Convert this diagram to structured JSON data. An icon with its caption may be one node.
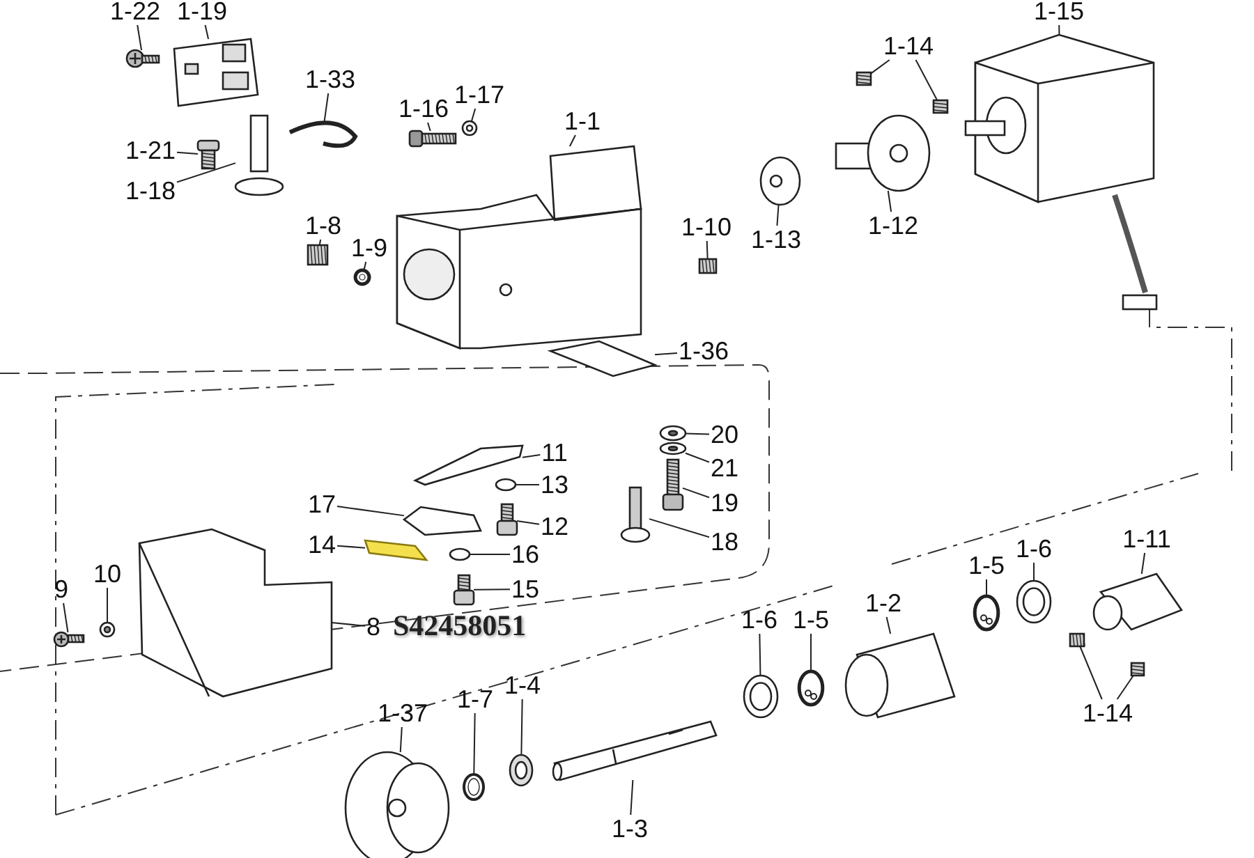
{
  "diagram": {
    "nodes": [
      {
        "text": [
          "1-22"
        ]
      },
      {
        "text": [
          "1-19"
        ]
      },
      {
        "text": [
          "1-15"
        ]
      },
      {
        "text": [
          "1-33"
        ]
      },
      {
        "text": [
          "1-16"
        ]
      },
      {
        "text": [
          "1-17"
        ]
      },
      {
        "text": [
          "1-1"
        ]
      },
      {
        "text": [
          "1-21"
        ]
      },
      {
        "text": [
          "1-18"
        ]
      },
      {
        "text": [
          "1-14"
        ]
      },
      {
        "text": [
          "1-13"
        ]
      },
      {
        "text": [
          "1-12"
        ]
      },
      {
        "text": [
          "1-8"
        ]
      },
      {
        "text": [
          "1-9"
        ]
      },
      {
        "text": [
          "1-10"
        ]
      },
      {
        "text": [
          "1-36"
        ]
      },
      {
        "text": [
          "11"
        ]
      },
      {
        "text": [
          "13"
        ]
      },
      {
        "text": [
          "12"
        ]
      },
      {
        "text": [
          "16"
        ]
      },
      {
        "text": [
          "15"
        ]
      },
      {
        "text": [
          "17"
        ]
      },
      {
        "text": [
          "14"
        ]
      },
      {
        "text": [
          "10"
        ]
      },
      {
        "text": [
          "9"
        ]
      },
      {
        "text": [
          "8"
        ]
      },
      {
        "text": [
          "20"
        ]
      },
      {
        "text": [
          "21"
        ]
      },
      {
        "text": [
          "19"
        ]
      },
      {
        "text": [
          "18"
        ]
      },
      {
        "text": [
          "1-6"
        ]
      },
      {
        "text": [
          "1-5"
        ]
      },
      {
        "text": [
          "1-2"
        ]
      },
      {
        "text": [
          "1-5"
        ]
      },
      {
        "text": [
          "1-6"
        ]
      },
      {
        "text": [
          "1-11"
        ]
      },
      {
        "text": [
          "1-14"
        ]
      },
      {
        "text": [
          "1-37"
        ]
      },
      {
        "text": [
          "1-7"
        ]
      },
      {
        "text": [
          "1-4"
        ]
      },
      {
        "text": [
          "1-3"
        ]
      },
      {
        "text": [],
        "shape": "picture"
      },
      {
        "text": [],
        "shape": "picture"
      },
      {
        "text": [],
        "shape": "picture"
      },
      {
        "text": [],
        "shape": "picture"
      },
      {
        "text": [],
        "shape": "picture"
      },
      {
        "text": [],
        "shape": "picture"
      },
      {
        "text": [],
        "shape": "picture"
      },
      {
        "text": [],
        "shape": "picture"
      },
      {
        "text": [],
        "shape": "picture"
      },
      {
        "text": [],
        "shape": "picture"
      },
      {
        "text": [],
        "shape": "picture"
      },
      {
        "text": [],
        "shape": "picture"
      },
      {
        "text": [],
        "shape": "picture"
      },
      {
        "text": [],
        "shape": "picture"
      },
      {
        "text": [],
        "shape": "picture"
      },
      {
        "text": [],
        "shape": "picture"
      },
      {
        "text": [],
        "shape": "picture"
      },
      {
        "text": [],
        "shape": "picture"
      },
      {
        "text": [],
        "shape": "picture"
      },
      {
        "text": [],
        "shape": "picture"
      },
      {
        "text": [],
        "shape": "picture"
      },
      {
        "text": [],
        "shape": "picture"
      },
      {
        "text": [],
        "shape": "picture"
      },
      {
        "text": [],
        "shape": "picture"
      },
      {
        "text": [],
        "shape": "picture"
      },
      {
        "text": [],
        "shape": "picture"
      },
      {
        "text": [],
        "shape": "picture"
      },
      {
        "text": [],
        "shape": "picture"
      },
      {
        "text": [],
        "shape": "picture"
      },
      {
        "text": [],
        "shape": "picture"
      },
      {
        "text": [],
        "shape": "picture"
      },
      {
        "text": [],
        "shape": "picture"
      },
      {
        "text": [],
        "shape": "picture"
      },
      {
        "text": [],
        "shape": "picture"
      },
      {
        "text": [],
        "shape": "picture"
      },
      {
        "text": [],
        "shape": "picture"
      },
      {
        "text": [],
        "shape": "picture"
      },
      {
        "text": [],
        "shape": "picture"
      },
      {
        "text": [],
        "shape": "picture"
      },
      {
        "text": [],
        "shape": "picture"
      },
      {
        "text": [],
        "shape": "picture"
      },
      {
        "text": [],
        "shape": "picture"
      },
      {
        "text": [],
        "shape": "picture"
      }
    ],
    "edges": [
      {
        "from": 0,
        "to": 41,
        "arrow": "none"
      },
      {
        "from": 1,
        "to": 42,
        "arrow": "none"
      },
      {
        "from": 2,
        "to": 43,
        "arrow": "none"
      },
      {
        "from": 3,
        "to": 44,
        "arrow": "none"
      },
      {
        "from": 4,
        "to": 45,
        "arrow": "none"
      },
      {
        "from": 5,
        "to": 46,
        "arrow": "none"
      },
      {
        "from": 6,
        "to": 47,
        "arrow": "none"
      },
      {
        "from": 7,
        "to": 48,
        "arrow": "none"
      },
      {
        "from": 8,
        "to": 49,
        "arrow": "none"
      },
      {
        "from": 9,
        "to": 50,
        "arrow": "none"
      },
      {
        "from": 9,
        "to": 51,
        "arrow": "none"
      },
      {
        "from": 10,
        "to": 52,
        "arrow": "none"
      },
      {
        "from": 11,
        "to": 53,
        "arrow": "none"
      },
      {
        "from": 12,
        "to": 54,
        "arrow": "none"
      },
      {
        "from": 13,
        "to": 55,
        "arrow": "none"
      },
      {
        "from": 14,
        "to": 56,
        "arrow": "none"
      },
      {
        "from": 15,
        "to": 57,
        "arrow": "none"
      },
      {
        "from": 16,
        "to": 58,
        "arrow": "none"
      },
      {
        "from": 17,
        "to": 59,
        "arrow": "none"
      },
      {
        "from": 18,
        "to": 60,
        "arrow": "none"
      },
      {
        "from": 19,
        "to": 61,
        "arrow": "none"
      },
      {
        "from": 20,
        "to": 62,
        "arrow": "none"
      },
      {
        "from": 21,
        "to": 63,
        "arrow": "none"
      },
      {
        "from": 22,
        "to": 64,
        "arrow": "none"
      },
      {
        "from": 23,
        "to": 65,
        "arrow": "none"
      },
      {
        "from": 24,
        "to": 66,
        "arrow": "none"
      },
      {
        "from": 25,
        "to": 67,
        "arrow": "none"
      },
      {
        "from": 26,
        "to": 68,
        "arrow": "none"
      },
      {
        "from": 27,
        "to": 69,
        "arrow": "none"
      },
      {
        "from": 28,
        "to": 70,
        "arrow": "none"
      },
      {
        "from": 29,
        "to": 71,
        "arrow": "none"
      },
      {
        "from": 30,
        "to": 72,
        "arrow": "none"
      },
      {
        "from": 31,
        "to": 73,
        "arrow": "none"
      },
      {
        "from": 32,
        "to": 74,
        "arrow": "none"
      },
      {
        "from": 33,
        "to": 75,
        "arrow": "none"
      },
      {
        "from": 34,
        "to": 76,
        "arrow": "none"
      },
      {
        "from": 35,
        "to": 77,
        "arrow": "none"
      },
      {
        "from": 36,
        "to": 78,
        "arrow": "none"
      },
      {
        "from": 36,
        "to": 79,
        "arrow": "none"
      },
      {
        "from": 37,
        "to": 80,
        "arrow": "none"
      },
      {
        "from": 38,
        "to": 81,
        "arrow": "none"
      },
      {
        "from": 39,
        "to": 82,
        "arrow": "none"
      },
      {
        "from": 40,
        "to": 83,
        "arrow": "none"
      }
    ],
    "labels": [
      "S42458051"
    ]
  }
}
